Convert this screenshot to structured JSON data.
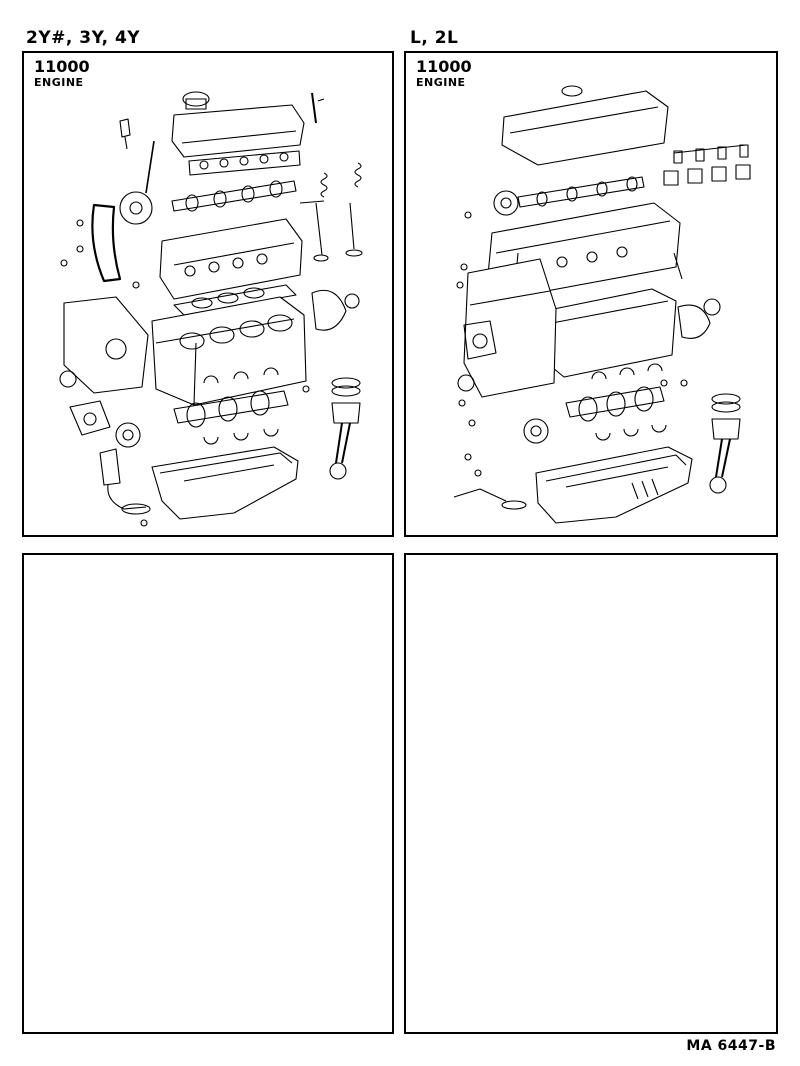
{
  "left_model": "2Y#, 3Y, 4Y",
  "right_model": "L, 2L",
  "panels": [
    {
      "code": "11000",
      "name": "ENGINE"
    },
    {
      "code": "11000",
      "name": "ENGINE"
    }
  ],
  "footer": "MA  6447-B"
}
